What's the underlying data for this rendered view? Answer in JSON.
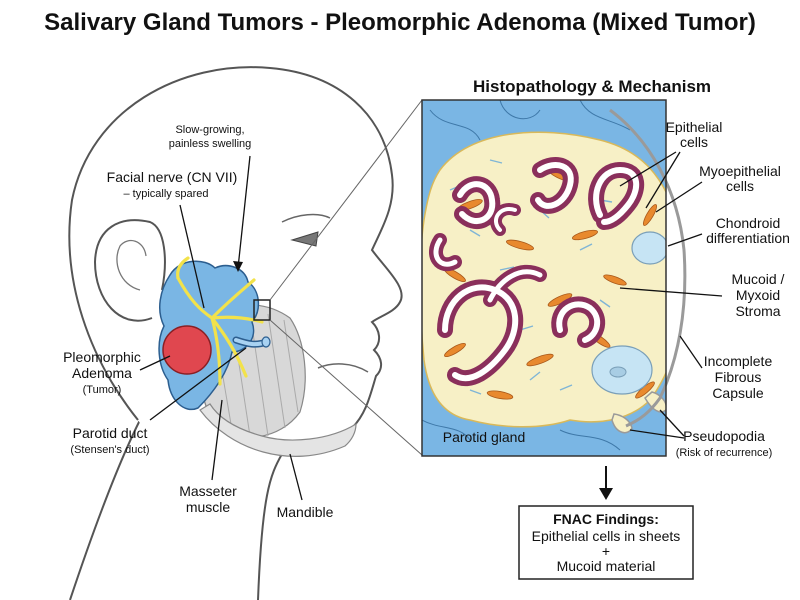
{
  "title": "Salivary Gland Tumors - Pleomorphic Adenoma (Mixed Tumor)",
  "panel_title": "Histopathology & Mechanism",
  "head_labels": {
    "swelling_1": "Slow-growing,",
    "swelling_2": "painless swelling",
    "nerve_1": "Facial nerve (CN VII)",
    "nerve_2": "– typically spared",
    "tumor_1": "Pleomorphic",
    "tumor_2": "Adenoma",
    "tumor_3": "(Tumor)",
    "duct_1": "Parotid duct",
    "duct_2": "(Stensen's duct)",
    "masseter_1": "Masseter",
    "masseter_2": "muscle",
    "mandible": "Mandible"
  },
  "histo_labels": {
    "epithelial_1": "Epithelial",
    "epithelial_2": "cells",
    "myo_1": "Myoepithelial",
    "myo_2": "cells",
    "chondroid_1": "Chondroid",
    "chondroid_2": "differentiation",
    "mucoid_1": "Mucoid /",
    "mucoid_2": "Myxoid",
    "mucoid_3": "Stroma",
    "capsule_1": "Incomplete",
    "capsule_2": "Fibrous",
    "capsule_3": "Capsule",
    "pseudo_1": "Pseudopodia",
    "pseudo_2": "(Risk of recurrence)",
    "gland": "Parotid gland"
  },
  "fnac": {
    "title": "FNAC Findings:",
    "line1": "Epithelial cells in sheets",
    "line2": "+",
    "line3": "Mucoid material"
  },
  "colors": {
    "gland_blue": "#7ab6e4",
    "tumor_red": "#e0474f",
    "nerve_yellow": "#f2e24a",
    "stroma_cream": "#f7f0c6",
    "duct_purple": "#8a2f5b",
    "myo_orange": "#e8892e",
    "capsule_grey": "#9a9a9a"
  }
}
